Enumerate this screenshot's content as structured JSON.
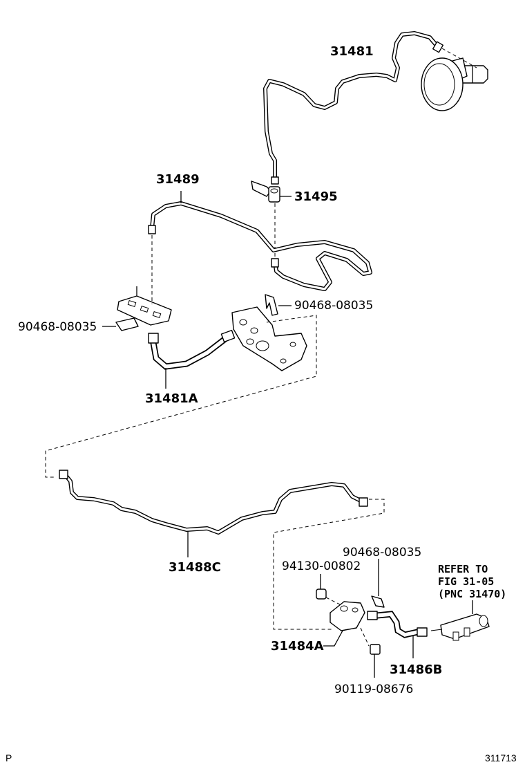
{
  "labels": {
    "p31481": "31481",
    "p31489": "31489",
    "p31495": "31495",
    "p90468_a": "90468-08035",
    "p90468_b": "90468-08035",
    "p31481A": "31481A",
    "p31488C": "31488C",
    "p90468_c": "90468-08035",
    "p94130": "94130-00802",
    "p31484A": "31484A",
    "p31486B": "31486B",
    "p90119": "90119-08676"
  },
  "note": {
    "line1": "REFER TO",
    "line2": "FIG 31-05",
    "line3": "(PNC 31470)"
  },
  "footer": {
    "left": "P",
    "right": "311713"
  }
}
